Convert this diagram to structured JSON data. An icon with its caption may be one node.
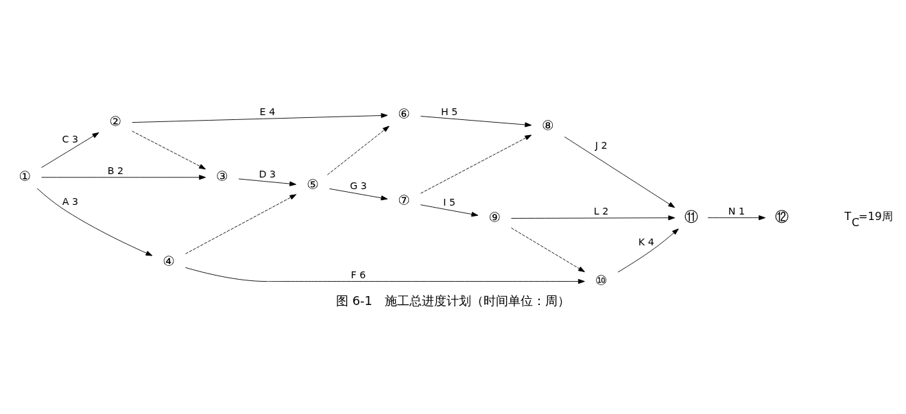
{
  "diagram": {
    "caption": "图 6-1　施工总进度计划（时间单位：周）",
    "nodes": [
      {
        "text": [
          "①"
        ]
      },
      {
        "text": [
          "②"
        ]
      },
      {
        "text": [
          "③"
        ]
      },
      {
        "text": [
          "④"
        ]
      },
      {
        "text": [
          "⑤"
        ]
      },
      {
        "text": [
          "⑥"
        ]
      },
      {
        "text": [
          "⑦"
        ]
      },
      {
        "text": [
          "⑧"
        ]
      },
      {
        "text": [
          "⑨"
        ]
      },
      {
        "text": [
          "⑩"
        ]
      },
      {
        "text": [
          "⑪"
        ]
      },
      {
        "text": [
          "⑫"
        ]
      }
    ],
    "edges": [
      {
        "from": 0,
        "to": 3,
        "arrow": "to",
        "label": "A 3"
      },
      {
        "from": 3,
        "to": 9,
        "arrow": "to",
        "label": "F 6"
      },
      {
        "from": 9,
        "to": 10,
        "arrow": "to",
        "label": "K 4"
      },
      {
        "from": 0,
        "to": 2,
        "arrow": "to",
        "label": "B 2"
      },
      {
        "from": 2,
        "to": 4,
        "arrow": "to",
        "label": "D 3"
      },
      {
        "from": 4,
        "to": 6,
        "arrow": "to",
        "label": "G 3"
      },
      {
        "from": 6,
        "to": 8,
        "arrow": "to",
        "label": "I 5"
      },
      {
        "from": 8,
        "to": 10,
        "arrow": "to",
        "label": "L 2"
      },
      {
        "from": 10,
        "to": 11,
        "arrow": "to",
        "label": "N 1"
      },
      {
        "from": 0,
        "to": 1,
        "arrow": "to",
        "label": "C 3"
      },
      {
        "from": 1,
        "to": 5,
        "arrow": "to",
        "label": "E 4"
      },
      {
        "from": 5,
        "to": 7,
        "arrow": "to",
        "label": "H 5"
      },
      {
        "from": 7,
        "to": 10,
        "arrow": "to",
        "label": "J 2"
      },
      {
        "from": 3,
        "to": 4,
        "arrow": "to",
        "style": "dashed"
      },
      {
        "from": 1,
        "to": 2,
        "arrow": "to",
        "style": "dashed"
      },
      {
        "from": 4,
        "to": 5,
        "arrow": "to",
        "style": "dashed"
      },
      {
        "from": 6,
        "to": 7,
        "arrow": "to",
        "style": "dashed"
      },
      {
        "from": 8,
        "to": 9,
        "arrow": "to",
        "style": "dashed"
      }
    ],
    "labels": [
      "T$_{C}$=19周"
    ]
  }
}
